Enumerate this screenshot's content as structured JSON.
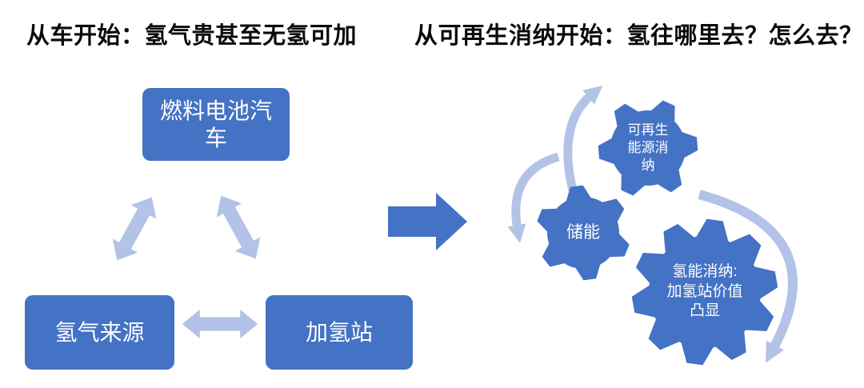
{
  "titles": {
    "left": "从车开始：氢气贵甚至无氢可加",
    "right": "从可再生消纳开始：氢往哪里去？怎么去？"
  },
  "left_diagram": {
    "nodes": [
      {
        "id": "fuel-cell-vehicle",
        "label": "燃料电池汽车"
      },
      {
        "id": "hydrogen-source",
        "label": "氢气来源"
      },
      {
        "id": "refueling-station",
        "label": "加氢站"
      }
    ],
    "connectors": [
      {
        "name": "double-arrow-vehicle-source"
      },
      {
        "name": "double-arrow-vehicle-station"
      },
      {
        "name": "double-arrow-source-station"
      }
    ]
  },
  "transition": {
    "name": "big-right-arrow"
  },
  "right_diagram": {
    "gears": [
      {
        "id": "renewable-energy-consumption",
        "lines": [
          "可再生",
          "能源消",
          "纳"
        ]
      },
      {
        "id": "energy-storage",
        "lines": [
          "储能"
        ]
      },
      {
        "id": "hydrogen-consumption",
        "lines": [
          "氢能消纳:",
          "加氢站价值",
          "凸显"
        ]
      }
    ],
    "connectors": [
      {
        "name": "curved-arrow-up"
      },
      {
        "name": "curved-arrow-down-left"
      },
      {
        "name": "curved-arrow-clockwise-large"
      }
    ]
  },
  "colors": {
    "shape_blue": "#4472C4",
    "connector_light_blue": "#B3C2E7",
    "title_text": "#0A0A0A",
    "shape_text": "#FFFFFF",
    "background": "#FFFFFF"
  }
}
